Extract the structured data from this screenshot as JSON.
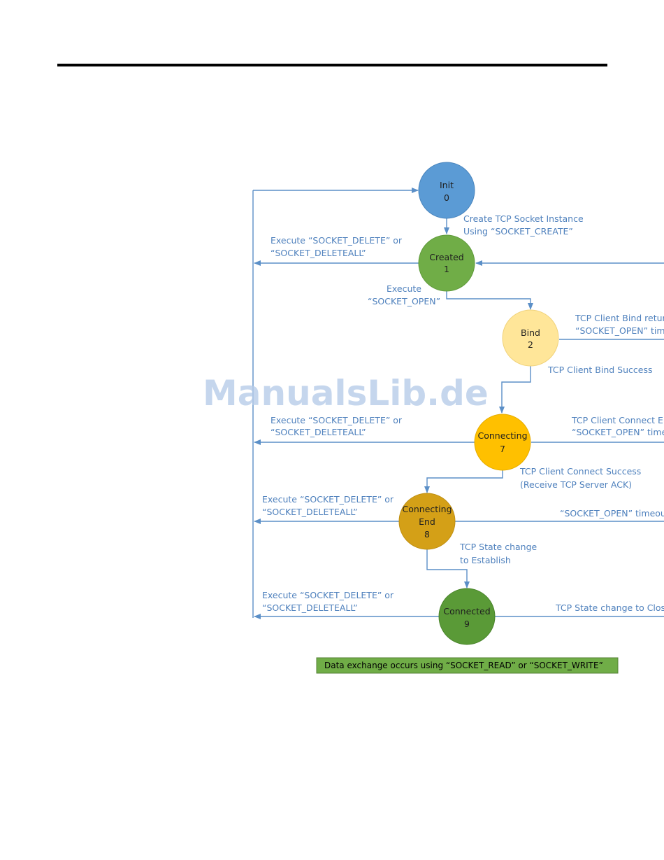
{
  "colors": {
    "line": "#5b8fc7",
    "label": "#4f81bd",
    "init": "#5b9bd5",
    "created": "#70ad47",
    "bind": "#ffe699",
    "connecting": "#ffc000",
    "connecting_end": "#d4a017",
    "connected": "#5a9a37",
    "note_bg": "#70ad47",
    "note_border": "#548235"
  },
  "watermark": "ManualsLib.de",
  "nodes": {
    "init": {
      "name": "Init",
      "num": "0"
    },
    "created": {
      "name": "Created",
      "num": "1"
    },
    "bind": {
      "name": "Bind",
      "num": "2"
    },
    "connecting": {
      "name": "Connecting",
      "num": "7"
    },
    "connecting_end": {
      "name1": "Connecting",
      "name2": "End",
      "num": "8"
    },
    "connected": {
      "name": "Connected",
      "num": "9"
    }
  },
  "labels": {
    "create_1": "Create TCP Socket Instance",
    "create_2": "Using “SOCKET_CREATE”",
    "del1_1": "Execute “SOCKET_DELETE” or",
    "del1_2": "“SOCKET_DELETEALL”",
    "open_1": "Execute",
    "open_2": "“SOCKET_OPEN”",
    "bindret_1": "TCP Client Bind retur",
    "bindret_2": "“SOCKET_OPEN” tim",
    "bind_success": "TCP Client Bind Success",
    "del2_1": "Execute “SOCKET_DELETE” or",
    "del2_2": "“SOCKET_DELETEALL”",
    "connerr_1": "TCP Client Connect Er",
    "connerr_2": "“SOCKET_OPEN” time",
    "connsucc_1": "TCP Client Connect Success",
    "connsucc_2": "(Receive TCP Server ACK)",
    "del3_1": "Execute “SOCKET_DELETE” or",
    "del3_2": "“SOCKET_DELETEALL”",
    "open_timeout": "“SOCKET_OPEN” timeou",
    "state_est_1": "TCP State change",
    "state_est_2": "to Establish",
    "del4_1": "Execute “SOCKET_DELETE” or",
    "del4_2": "“SOCKET_DELETEALL”",
    "state_close": "TCP State change to Close"
  },
  "note": "Data exchange occurs using “SOCKET_READ” or “SOCKET_WRITE”"
}
